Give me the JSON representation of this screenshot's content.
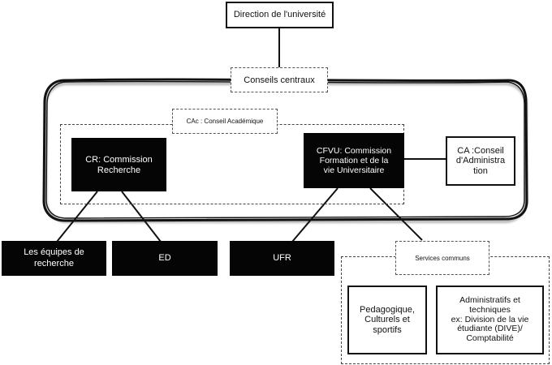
{
  "direction": "Direction de l'université",
  "conseils_centraux": "Conseils centraux",
  "cac_label": "CAc : Conseil Académique",
  "cr_box": "CR: Commission\nRecherche",
  "cfvu_box": "CFVU: Commission\nFormation et de la\nvie Universitaire",
  "ca_box": "CA :Conseil\nd'Administra\ntion",
  "equipes_box": "Les équipes de\nrecherche",
  "ed_box": "ED",
  "ufr_box": "UFR",
  "services_communs": "Services communs",
  "pedagogique_box": "Pedagogique,\nCulturels et\nsportifs",
  "administratifs_box": "Administratifs et\ntechniques\nex: Division de la vie\nétudiante (DIVE)/\nComptabilité"
}
